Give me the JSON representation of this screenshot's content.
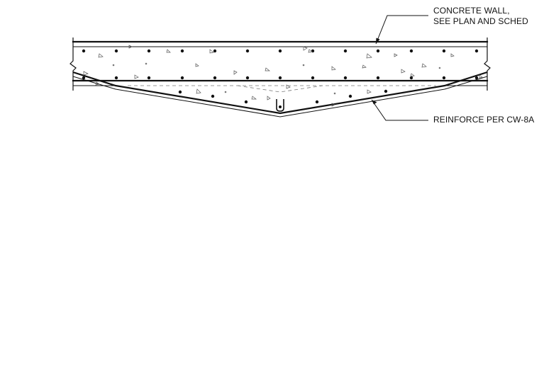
{
  "annotations": {
    "wall_line1": "CONCRETE WALL,",
    "wall_line2": "SEE PLAN AND SCHED",
    "reinforce": "REINFORCE PER CW-8A"
  },
  "colors": {
    "ink": "#111111",
    "hidden_line": "#777777"
  }
}
